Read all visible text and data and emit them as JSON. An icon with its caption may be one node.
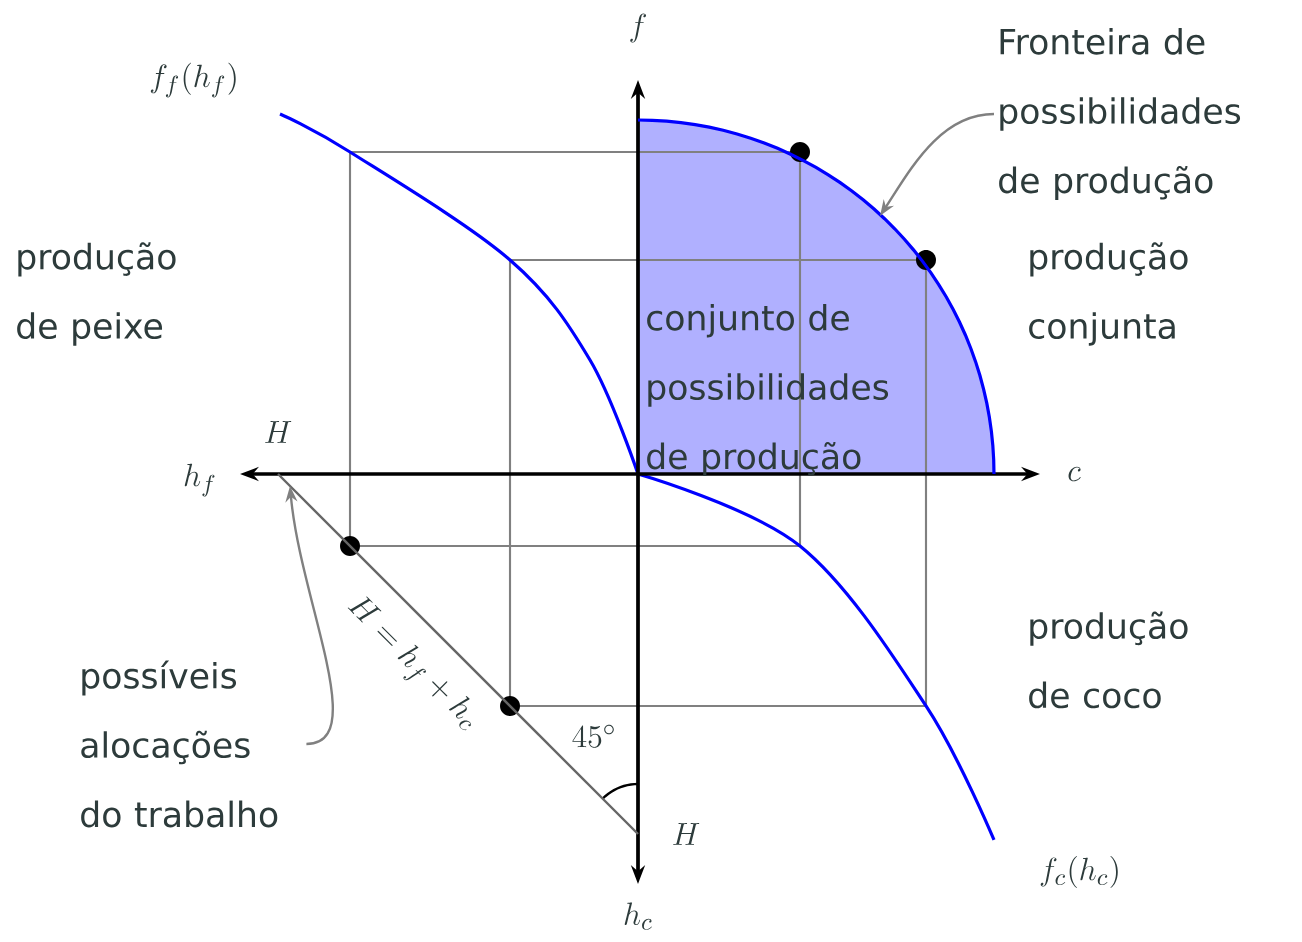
{
  "diagram": {
    "nodes": [
      {
        "text": [
          "Fronteira de possibilidades de produção"
        ]
      },
      {
        "text": [
          "possíveis alocações do trabalho"
        ]
      },
      {
        "text": [],
        "shape": "curve"
      },
      {
        "text": [],
        "shape": "line"
      }
    ],
    "edges": [
      {
        "from": 0,
        "to": 2,
        "arrow": "to"
      },
      {
        "from": 1,
        "to": 3,
        "arrow": "to"
      }
    ],
    "labels": [
      "f",
      "f_f(h_f)",
      "produção de peixe",
      "produção conjunta",
      "conjunto de possibilidades de produção",
      "H",
      "h_f",
      "c",
      "H = h_f + h_c",
      "produção de coco",
      "45^\\circ",
      "H",
      "f_c(h_c)",
      "h_c"
    ]
  }
}
